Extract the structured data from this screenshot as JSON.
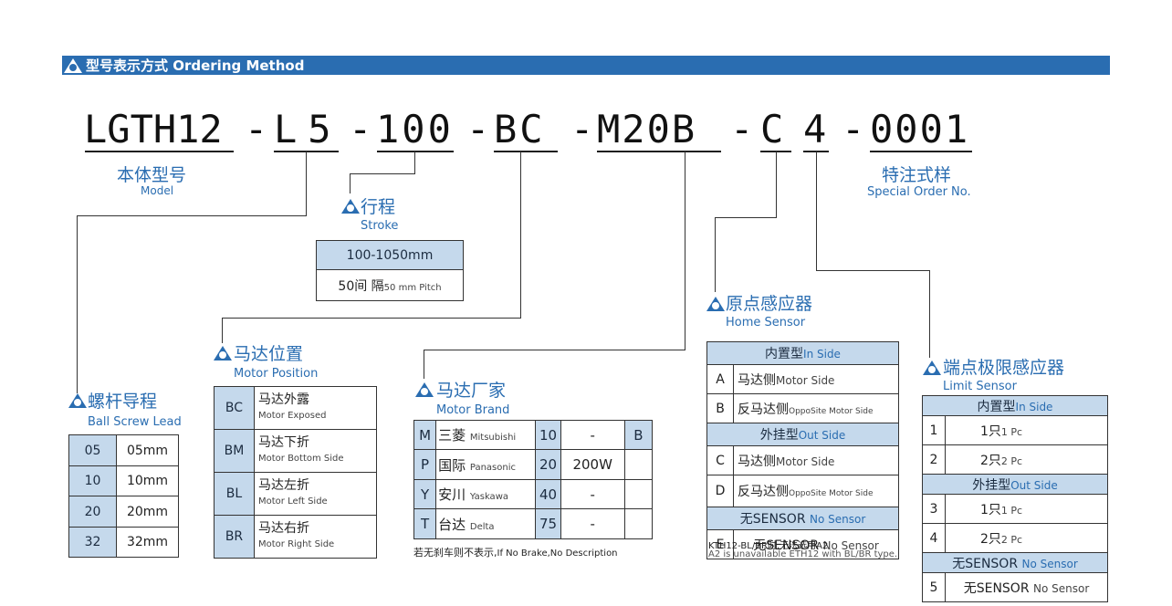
{
  "header": {
    "title": "型号表示方式 Ordering Method"
  },
  "code": {
    "model": "LGTH12",
    "lead": "L5",
    "stroke": "100",
    "position": "BC",
    "motor": "M20B",
    "home": "C",
    "limit": "4",
    "special": "0001",
    "dash": "-"
  },
  "labels": {
    "model": {
      "cn": "本体型号",
      "en": "Model"
    },
    "special": {
      "cn": "特注式样",
      "en": "Special Order No."
    },
    "stroke": {
      "cn": "行程",
      "en": "Stroke"
    },
    "home": {
      "cn": "原点感应器",
      "en": "Home Sensor"
    },
    "position": {
      "cn": "马达位置",
      "en": "Motor Position"
    },
    "brand": {
      "cn": "马达厂家",
      "en": "Motor Brand"
    },
    "lead": {
      "cn": "螺杆导程",
      "en": "Ball Screw Lead"
    },
    "limit": {
      "cn": "端点极限感应器",
      "en": "Limit Sensor"
    }
  },
  "stroke_table": {
    "range": "100-1050mm",
    "pitch_cn": "50间 隔",
    "pitch_en": "50 mm Pitch"
  },
  "lead_table": [
    {
      "code": "05",
      "value": "05mm"
    },
    {
      "code": "10",
      "value": "10mm"
    },
    {
      "code": "20",
      "value": "20mm"
    },
    {
      "code": "32",
      "value": "32mm"
    }
  ],
  "position_table": [
    {
      "code": "BC",
      "cn": "马达外露",
      "en": "Motor Exposed"
    },
    {
      "code": "BM",
      "cn": "马达下折",
      "en": "Motor Bottom Side"
    },
    {
      "code": "BL",
      "cn": "马达左折",
      "en": "Motor Left Side"
    },
    {
      "code": "BR",
      "cn": "马达右折",
      "en": "Motor Right Side"
    }
  ],
  "brand_table": {
    "brands": [
      {
        "code": "M",
        "cn": "三菱",
        "en": "Mitsubishi"
      },
      {
        "code": "P",
        "cn": "国际",
        "en": "Panasonic"
      },
      {
        "code": "Y",
        "cn": "安川",
        "en": "Yaskawa"
      },
      {
        "code": "T",
        "cn": "台达",
        "en": "Delta"
      }
    ],
    "power": [
      {
        "code": "10",
        "value": "-"
      },
      {
        "code": "20",
        "value": "200W"
      },
      {
        "code": "40",
        "value": "-"
      },
      {
        "code": "75",
        "value": "-"
      }
    ],
    "brake": "B",
    "note_cn": "若无刹车则不表示,",
    "note_en": "If No Brake,No Description"
  },
  "home_table": {
    "inner": {
      "cn": "内置型",
      "en": "In Side"
    },
    "outer": {
      "cn": "外挂型",
      "en": "Out Side"
    },
    "none": {
      "cn": "无SENSOR",
      "en": "No Sensor"
    },
    "rows_inner": [
      {
        "code": "A",
        "cn": "马达侧",
        "en": "Motor Side"
      },
      {
        "code": "B",
        "cn": "反马达侧",
        "en": "OppoSite  Motor Side"
      }
    ],
    "rows_outer": [
      {
        "code": "C",
        "cn": "马达侧",
        "en": "Motor Side"
      },
      {
        "code": "D",
        "cn": "反马达侧",
        "en": "OppoSite Motor Side"
      }
    ],
    "row_none": {
      "code": "E",
      "cn": "无SENSOR",
      "en": "No Sensor"
    },
    "note1": "KTH12-BL/BR时,无法选用A2",
    "note2": "A2 is unavailable ETH12 with BL/BR type."
  },
  "limit_table": {
    "inner": {
      "cn": "内置型",
      "en": "In Side"
    },
    "outer": {
      "cn": "外挂型",
      "en": "Out Side"
    },
    "none": {
      "cn": "无SENSOR",
      "en": "No Sensor"
    },
    "rows_inner": [
      {
        "code": "1",
        "cn": "1只",
        "en": "1 Pc"
      },
      {
        "code": "2",
        "cn": "2只",
        "en": "2 Pc"
      }
    ],
    "rows_outer": [
      {
        "code": "3",
        "cn": "1只",
        "en": "1 Pc"
      },
      {
        "code": "4",
        "cn": "2只",
        "en": "2 Pc"
      }
    ],
    "row_none": {
      "code": "5",
      "cn": "无SENSOR",
      "en": "No Sensor"
    }
  }
}
